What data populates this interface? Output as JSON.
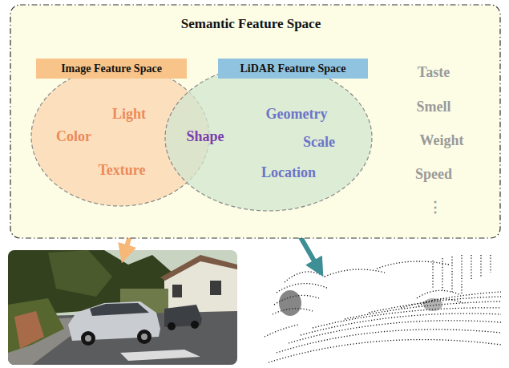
{
  "diagram": {
    "nodes": [
      {
        "text": [
          "Semantic Feature Space"
        ]
      },
      {
        "text": [
          "Image Feature Space",
          "Light",
          "Color",
          "Texture"
        ],
        "in": 0
      },
      {
        "text": [
          "LiDAR Feature Space",
          "Geometry",
          "Scale",
          "Location"
        ],
        "in": 0
      }
    ],
    "labels": [
      "Shape",
      "Taste",
      "Smell",
      "Weight",
      "Speed",
      "⋮"
    ]
  }
}
